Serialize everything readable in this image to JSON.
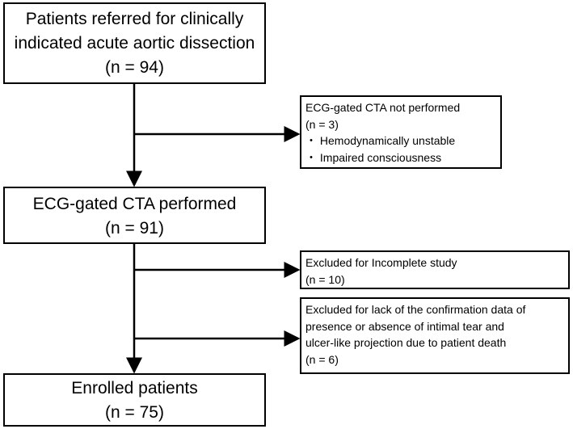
{
  "boxes": {
    "referred": {
      "line1": "Patients referred for clinically",
      "line2": "indicated acute aortic dissection",
      "count": "(n = 94)"
    },
    "not_performed": {
      "title": "ECG-gated CTA not performed",
      "count": "(n = 3)",
      "reason1": "・ Hemodynamically unstable",
      "reason2": "・ Impaired consciousness"
    },
    "performed": {
      "title": "ECG-gated CTA performed",
      "count": "(n = 91)"
    },
    "incomplete": {
      "title": "Excluded for Incomplete study",
      "count": "(n = 10)"
    },
    "no_confirmation": {
      "line1": "Excluded for lack of the confirmation data of",
      "line2": "presence or absence of intimal tear and",
      "line3": "ulcer-like projection due to patient death",
      "count": "(n = 6)"
    },
    "enrolled": {
      "title": "Enrolled patients",
      "count": "(n = 75)"
    }
  }
}
